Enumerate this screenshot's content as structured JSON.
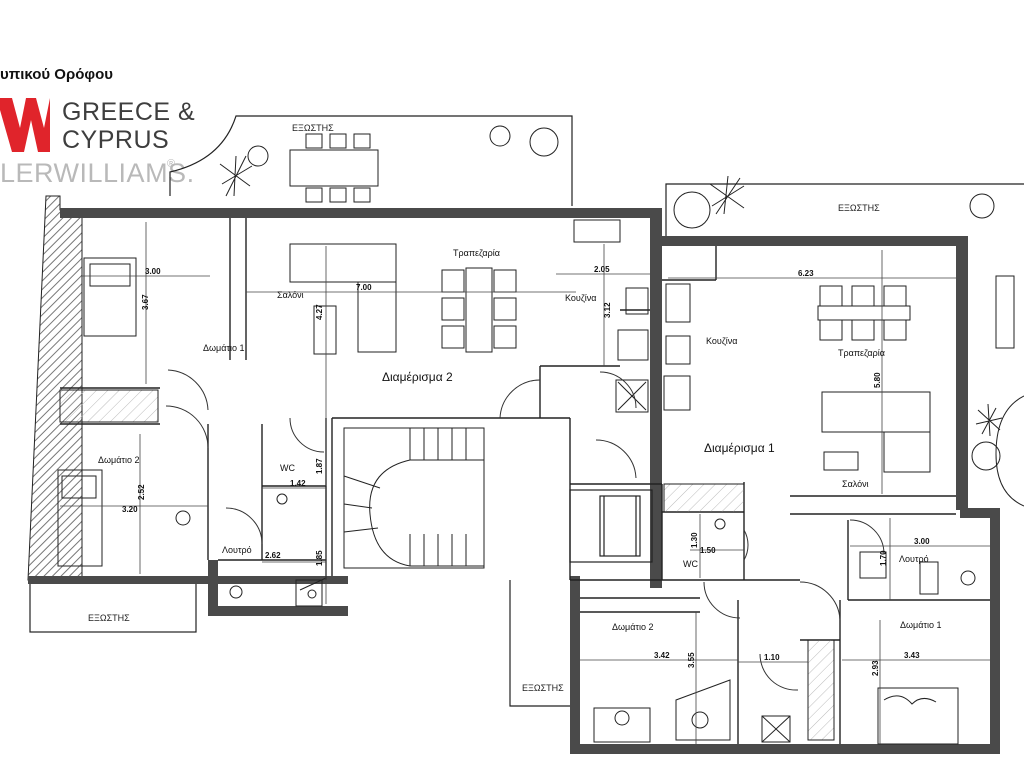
{
  "header": {
    "title_fragment": "υπικού Ορόφου",
    "brand_line1": "GREECE &",
    "brand_line2": "CYPRUS",
    "brand_sub": "LERWILLIAMS.",
    "brand_mark": "®"
  },
  "terraces": {
    "top_left": "ΕΞΩΣΤΗΣ",
    "top_right": "ΕΞΩΣΤΗΣ",
    "bottom_left": "ΕΞΩΣΤΗΣ",
    "bottom_center": "ΕΞΩΣΤΗΣ"
  },
  "apartment2": {
    "label": "Διαμέρισμα 2",
    "bedroom1": {
      "label": "Δωμάτιο 1",
      "width": "3.00",
      "depth": "3.67"
    },
    "bedroom2": {
      "label": "Δωμάτιο 2",
      "width": "3.20",
      "depth": "2.52"
    },
    "living": {
      "label": "Σαλόνι",
      "width": "7.00",
      "depth": "4.27"
    },
    "dining": {
      "label": "Τραπεζαρία"
    },
    "kitchen": {
      "label": "Κουζίνα",
      "width": "2.05",
      "depth": "3.12"
    },
    "wc": {
      "label": "WC",
      "width": "1.42",
      "depth": "1.87"
    },
    "bath": {
      "label": "Λουτρό",
      "width": "2.62",
      "depth": "1.85"
    }
  },
  "apartment1": {
    "label": "Διαμέρισμα 1",
    "kitchen": {
      "label": "Κουζίνα"
    },
    "dining": {
      "label": "Τραπεζαρία",
      "width": "6.23",
      "depth": "5.80"
    },
    "living": {
      "label": "Σαλόνι"
    },
    "wc": {
      "label": "WC",
      "width": "1.50",
      "depth": "1.30"
    },
    "bath": {
      "label": "Λουτρό",
      "width": "3.00",
      "depth": "1.70"
    },
    "bedroom2": {
      "label": "Δωμάτιο 2",
      "width": "3.42",
      "depth": "3.55"
    },
    "hall": {
      "width": "1.10"
    },
    "bedroom1": {
      "label": "Δωμάτιο 1",
      "width": "3.43",
      "depth": "2.93"
    }
  },
  "colors": {
    "wall": "#4a4a4a",
    "line": "#222222",
    "brand_red": "#e0242b",
    "brand_gray": "#3e3e3e",
    "hatch": "#9a9a9a"
  }
}
